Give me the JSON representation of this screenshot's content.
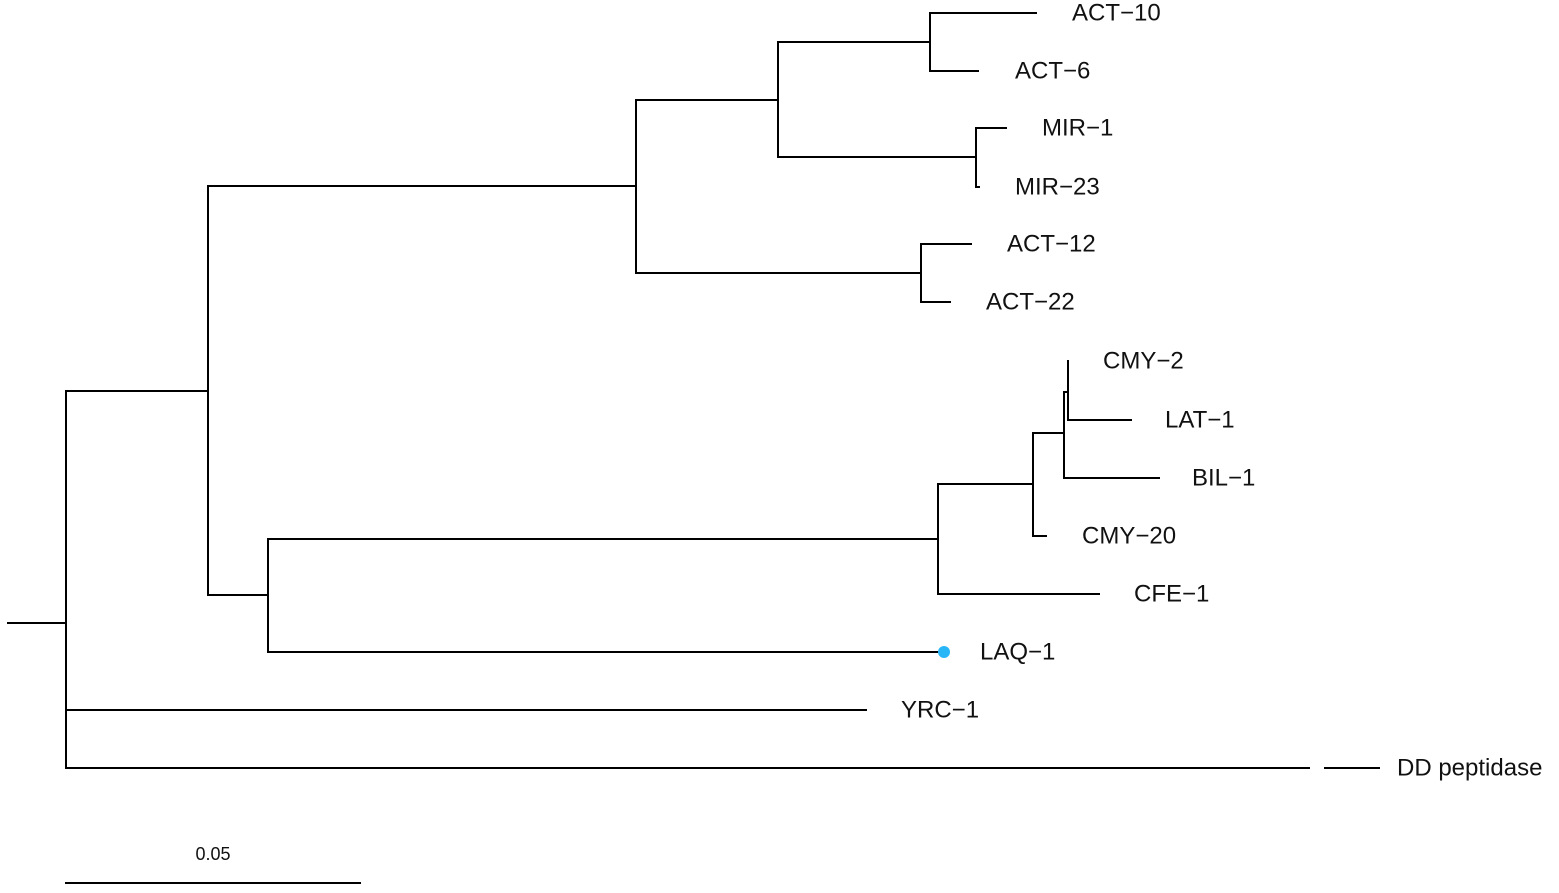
{
  "tree": {
    "tips": [
      {
        "label": "ACT−10"
      },
      {
        "label": "ACT−6"
      },
      {
        "label": "MIR−1"
      },
      {
        "label": "MIR−23"
      },
      {
        "label": "ACT−12"
      },
      {
        "label": "ACT−22"
      },
      {
        "label": "CMY−2"
      },
      {
        "label": "LAT−1"
      },
      {
        "label": "BIL−1"
      },
      {
        "label": "CMY−20"
      },
      {
        "label": "CFE−1"
      },
      {
        "label": "LAQ−1",
        "highlight": true
      },
      {
        "label": "YRC−1"
      },
      {
        "label": "DD peptidase"
      }
    ],
    "highlight_color": "#29b6f6",
    "scale_bar": {
      "label": "0.05",
      "value": 0.05
    }
  }
}
